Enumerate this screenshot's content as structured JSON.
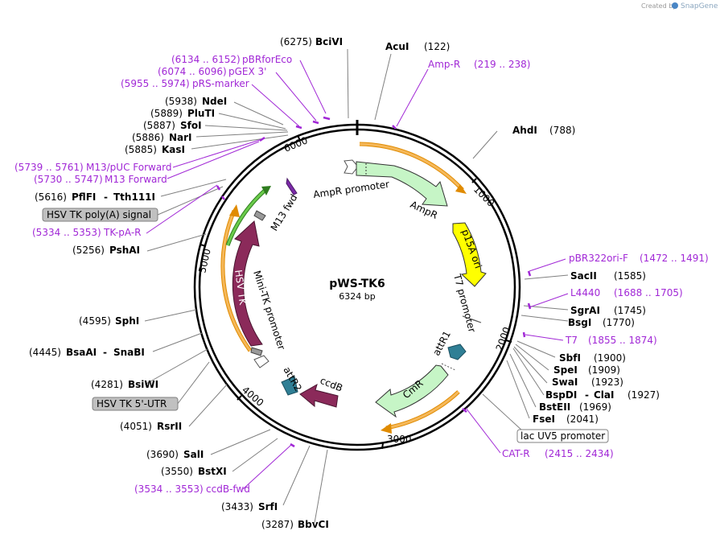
{
  "credit": {
    "prefix": "Created by",
    "brand": "SnapGene"
  },
  "plasmid": {
    "name": "pWS-TK6",
    "size": "6324 bp"
  },
  "ticks": [
    "1000",
    "2000",
    "3000",
    "4000",
    "5000",
    "6000"
  ],
  "features": {
    "ampr_promoter": "AmpR promoter",
    "ampr": "AmpR",
    "p15a_ori": "p15A ori",
    "t7_promoter": "T7 promoter",
    "attr1": "attR1",
    "cmr": "CmR",
    "ccdb": "ccdB",
    "attr2": "attR2",
    "mini_tk_promoter": "Mini-TK promoter",
    "hsv_tk": "HSV TK",
    "m13_fwd": "M13 fwd"
  },
  "boxed": {
    "hsv_tk_polya": "HSV TK poly(A) signal",
    "hsv_tk_5utr": "HSV TK 5'-UTR",
    "lac_uv5": "lac UV5 promoter"
  },
  "enzymes": {
    "bcivi": {
      "pos": "(6275)",
      "name": "BciVI"
    },
    "acui": {
      "name": "AcuI",
      "pos": "(122)"
    },
    "ahdi": {
      "name": "AhdI",
      "pos": "(788)"
    },
    "ndei": {
      "pos": "(5938)",
      "name": "NdeI"
    },
    "pluti": {
      "pos": "(5889)",
      "name": "PluTI"
    },
    "sfoi": {
      "pos": "(5887)",
      "name": "SfoI"
    },
    "nari": {
      "pos": "(5886)",
      "name": "NarI"
    },
    "kasi": {
      "pos": "(5885)",
      "name": "KasI"
    },
    "pflfi": {
      "pos": "(5616)",
      "name": "PflFI",
      "alt": "Tth111I"
    },
    "pshai": {
      "pos": "(5256)",
      "name": "PshAI"
    },
    "sphi": {
      "pos": "(4595)",
      "name": "SphI"
    },
    "bsaai": {
      "pos": "(4445)",
      "name": "BsaAI",
      "alt": "SnaBI"
    },
    "bsiwi": {
      "pos": "(4281)",
      "name": "BsiWI"
    },
    "rsrii": {
      "pos": "(4051)",
      "name": "RsrII"
    },
    "sali": {
      "pos": "(3690)",
      "name": "SalI"
    },
    "bstxi": {
      "pos": "(3550)",
      "name": "BstXI"
    },
    "srfi": {
      "pos": "(3433)",
      "name": "SrfI"
    },
    "bbvci": {
      "pos": "(3287)",
      "name": "BbvCI"
    },
    "sacii": {
      "name": "SacII",
      "pos": "(1585)"
    },
    "sgrai": {
      "name": "SgrAI",
      "pos": "(1745)"
    },
    "bsgi": {
      "name": "BsgI",
      "pos": "(1770)"
    },
    "sbfi": {
      "name": "SbfI",
      "pos": "(1900)"
    },
    "spei": {
      "name": "SpeI",
      "pos": "(1909)"
    },
    "swai": {
      "name": "SwaI",
      "pos": "(1923)"
    },
    "bspdi": {
      "name": "BspDI",
      "alt": "ClaI",
      "pos": "(1927)"
    },
    "bsteii": {
      "name": "BstEII",
      "pos": "(1969)"
    },
    "fsei": {
      "name": "FseI",
      "pos": "(2041)"
    }
  },
  "primers": {
    "pbrforeco": {
      "range": "(6134 .. 6152)",
      "name": "pBRforEco"
    },
    "pgex3": {
      "range": "(6074 .. 6096)",
      "name": "pGEX 3'"
    },
    "prs_marker": {
      "range": "(5955 .. 5974)",
      "name": "pRS-marker"
    },
    "m13_puc_fwd": {
      "range": "(5739 .. 5761)",
      "name": "M13/pUC Forward"
    },
    "m13_forward": {
      "range": "(5730 .. 5747)",
      "name": "M13 Forward"
    },
    "tk_pa_r": {
      "range": "(5334 .. 5353)",
      "name": "TK-pA-R"
    },
    "ccdb_fwd": {
      "range": "(3534 .. 3553)",
      "name": "ccdB-fwd"
    },
    "amp_r": {
      "name": "Amp-R",
      "range": "(219 .. 238)"
    },
    "pbr322ori_f": {
      "name": "pBR322ori-F",
      "range": "(1472 .. 1491)"
    },
    "l4440": {
      "name": "L4440",
      "range": "(1688 .. 1705)"
    },
    "t7": {
      "name": "T7",
      "range": "(1855 .. 1874)"
    },
    "cat_r": {
      "name": "CAT-R",
      "range": "(2415 .. 2434)"
    }
  },
  "colors": {
    "primer": "#a128d6",
    "ampr": "#c6f5c6",
    "p15a_ori": "#ffff00",
    "hsv_tk": "#8b2a5a",
    "ccdb": "#8b2a5a",
    "attr": "#2f7f95",
    "orf_fill": "#f5b85a",
    "orf_edge": "#e08b00",
    "green_orf": "#4aa832",
    "box_fill": "#c0c0c0"
  }
}
